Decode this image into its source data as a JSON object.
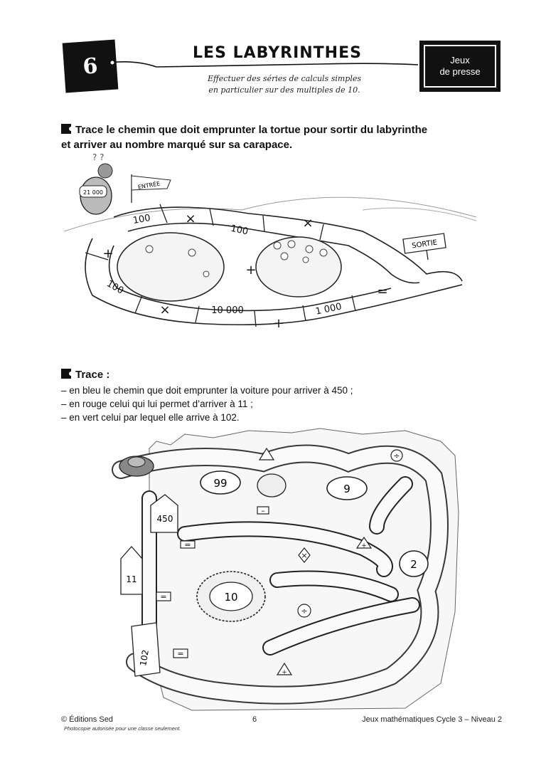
{
  "header": {
    "number": "6",
    "title": "LES LABYRINTHES",
    "category_line1": "Jeux",
    "category_line2": "de presse",
    "subtitle_line1": "Effectuer des séries de calculs simples",
    "subtitle_line2": "en particulier sur des multiples de 10."
  },
  "exercise1": {
    "instruction_line1": "Trace le chemin que doit emprunter la tortue pour sortir du labyrinthe",
    "instruction_line2": "et arriver au nombre marqué sur sa carapace.",
    "turtle_number": "21 000",
    "entry_label": "ENTRÉE",
    "exit_label": "SORTIE",
    "cells": [
      "100",
      "×",
      "100",
      "×",
      "+",
      "+",
      "100",
      "×",
      "10 000",
      "+",
      "1 000",
      "="
    ]
  },
  "exercise2": {
    "heading": "Trace :",
    "items": [
      "– en bleu le chemin que doit emprunter la voiture pour arriver à 450 ;",
      "– en rouge celui qui lui permet d’arriver à 11 ;",
      "– en vert celui par lequel elle arrive à 102."
    ],
    "house_450": "450",
    "tower_11": "11",
    "tower_102": "102",
    "round_99": "99",
    "round_9": "9",
    "round_2": "2",
    "round_10": "10",
    "sign_div": "÷",
    "sign_minus": "–",
    "sign_eq": "=",
    "sign_plus": "+",
    "sign_times": "×"
  },
  "footer": {
    "copyright": "© Éditions Sed",
    "notice": "Photocopie autorisée pour une classe seulement.",
    "page": "6",
    "book": "Jeux mathématiques Cycle 3 – Niveau 2"
  }
}
